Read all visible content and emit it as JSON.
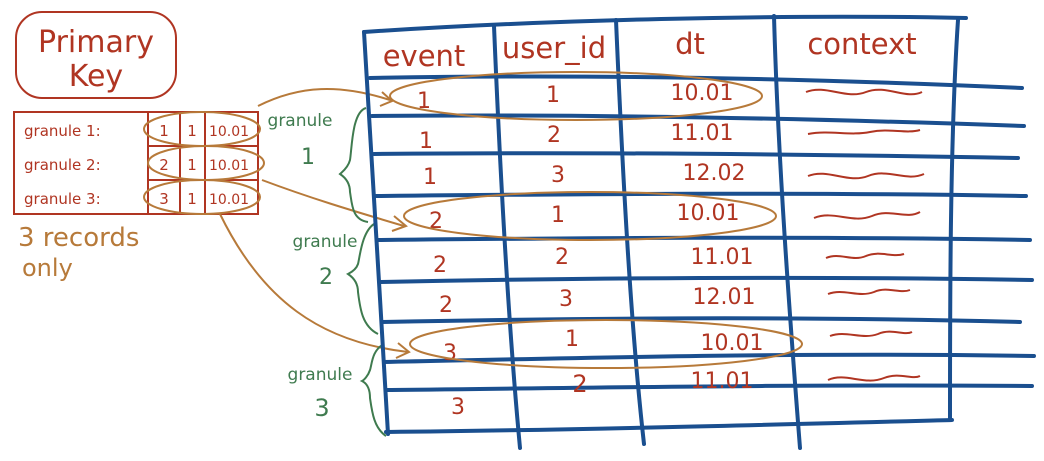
{
  "primary_key": {
    "title_line1": "Primary",
    "title_line2": "Key",
    "rows": [
      {
        "label": "granule 1:",
        "event": "1",
        "user": "1",
        "dt": "10.01"
      },
      {
        "label": "granule 2:",
        "event": "2",
        "user": "1",
        "dt": "10.01"
      },
      {
        "label": "granule 3:",
        "event": "3",
        "user": "1",
        "dt": "10.01"
      }
    ],
    "note_line1": "3 records",
    "note_line2": "only"
  },
  "granules": [
    {
      "line1": "granule",
      "line2": "1"
    },
    {
      "line1": "granule",
      "line2": "2"
    },
    {
      "line1": "granule",
      "line2": "3"
    }
  ],
  "table": {
    "headers": [
      "event",
      "user_id",
      "dt",
      "context"
    ],
    "rows": [
      [
        "1",
        "1",
        "10.01"
      ],
      [
        "1",
        "2",
        "11.01"
      ],
      [
        "1",
        "3",
        "12.02"
      ],
      [
        "2",
        "1",
        "10.01"
      ],
      [
        "2",
        "2",
        "11.01"
      ],
      [
        "2",
        "3",
        "12.01"
      ],
      [
        "3",
        "1",
        "10.01"
      ],
      [
        "3",
        "2",
        "11.01"
      ]
    ]
  },
  "colors": {
    "table_lines": "#1a4f8f",
    "data_text": "#b03522",
    "granule_text": "#3f7b4f",
    "annotation": "#b77a3a"
  }
}
